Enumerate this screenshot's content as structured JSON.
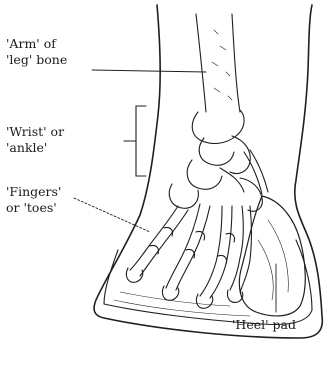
{
  "labels": {
    "arm": [
      "'Arm' of",
      "'leg' bone"
    ],
    "wrist": [
      "'Wrist' or",
      "'ankle'"
    ],
    "fingers": [
      "'Fingers'",
      "or 'toes'"
    ],
    "heel": "'Heel' pad"
  }
}
